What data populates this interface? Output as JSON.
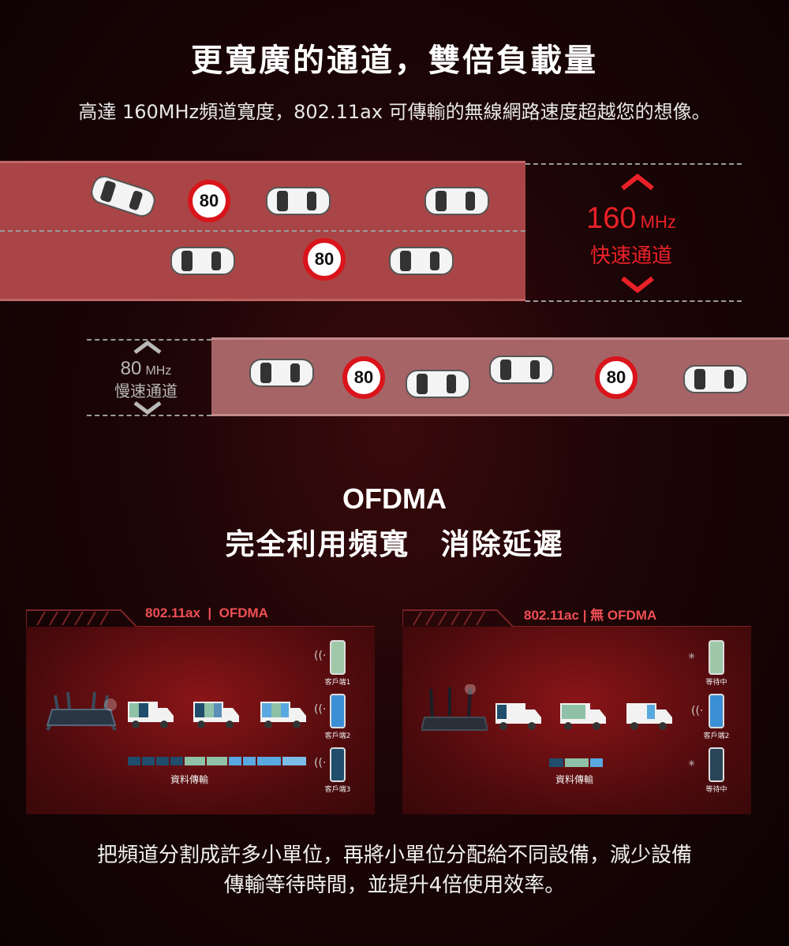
{
  "header": {
    "title": "更寬廣的通道，雙倍負載量",
    "subtitle": "高達 160MHz頻道寬度，802.11ax 可傳輸的無線網路速度超越您的想像。"
  },
  "roads": {
    "fast": {
      "value": "160",
      "unit": "MHz",
      "label": "快速通道"
    },
    "slow": {
      "value": "80",
      "unit": "MHz",
      "label": "慢速通道"
    },
    "speed_sign": "80"
  },
  "ofdma": {
    "heading": "OFDMA",
    "subheading": "完全利用頻寬　消除延遲"
  },
  "panels": {
    "left": {
      "tab": "802.11ax  |  OFDMA",
      "transfer_label": "資料傳輸",
      "clients": [
        "客戶端1",
        "客戶端2",
        "客戶端3"
      ]
    },
    "right": {
      "tab": "802.11ac | 無 OFDMA",
      "transfer_label": "資料傳輸",
      "clients": [
        "等待中",
        "客戶端2",
        "等待中"
      ]
    }
  },
  "footer": {
    "line1": "把頻道分割成許多小單位，再將小單位分配給不同設備，減少設備",
    "line2": "傳輸等待時間，並提升4倍使用效率。"
  },
  "colors": {
    "accent_red": "#ea2127",
    "fast_road": "#a94546",
    "slow_road": "#a66466",
    "sign_border": "#d9141b"
  }
}
